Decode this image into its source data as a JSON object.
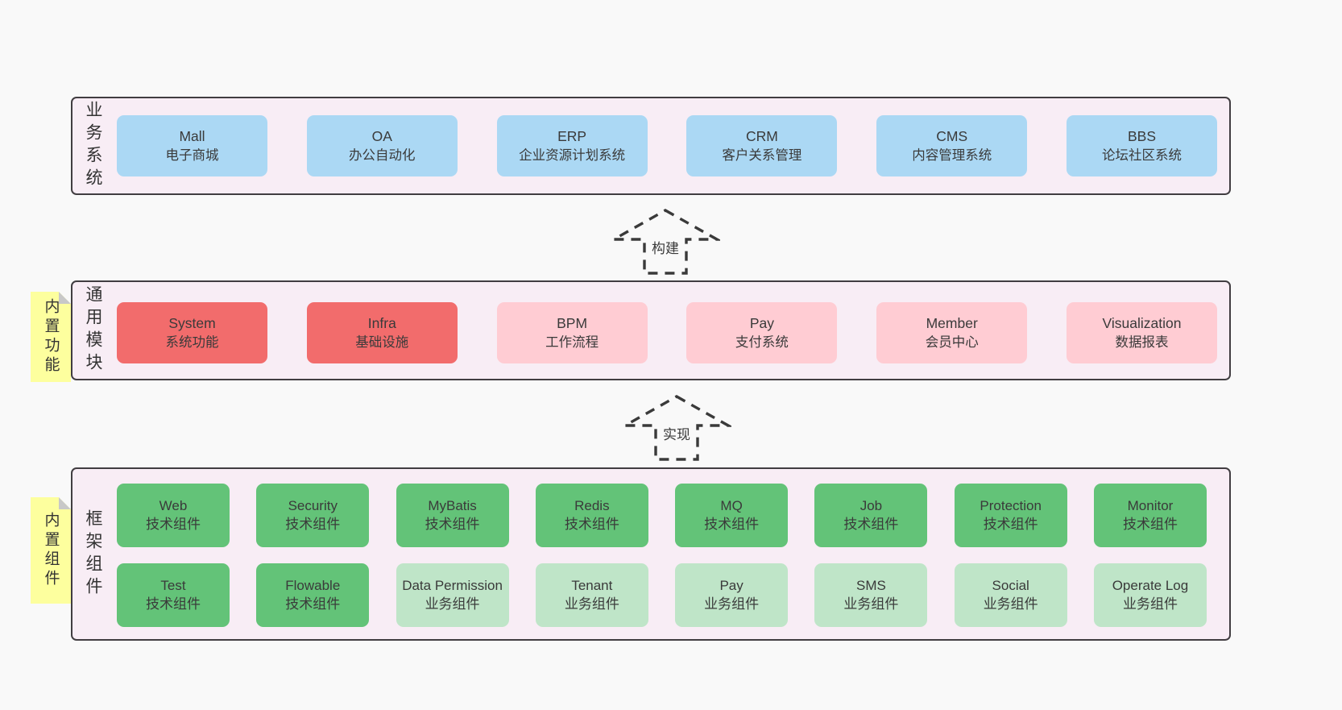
{
  "diagram": {
    "colors": {
      "page_background": "#f9f9f9",
      "panel_background": "#f8edf5",
      "panel_border": "#413d41",
      "blue_box": "#abd8f4",
      "red_box": "#f26c6c",
      "pink_box": "#ffccd3",
      "dark_green_box": "#63c378",
      "light_green_box": "#bfe5c8",
      "sticky_yellow": "#fdff9e",
      "sticky_fold_gray": "#c8c8c8",
      "text": "#3a3a3a"
    }
  },
  "sections": [
    {
      "label": "业务系统",
      "boxes": [
        {
          "name": "Mall",
          "desc": "电子商城"
        },
        {
          "name": "OA",
          "desc": "办公自动化"
        },
        {
          "name": "ERP",
          "desc": "企业资源计划系统"
        },
        {
          "name": "CRM",
          "desc": "客户关系管理"
        },
        {
          "name": "CMS",
          "desc": "内容管理系统"
        },
        {
          "name": "BBS",
          "desc": "论坛社区系统"
        }
      ]
    },
    {
      "label": "通用模块",
      "sticky": "内置功能",
      "boxes": [
        {
          "name": "System",
          "desc": "系统功能"
        },
        {
          "name": "Infra",
          "desc": "基础设施"
        },
        {
          "name": "BPM",
          "desc": "工作流程"
        },
        {
          "name": "Pay",
          "desc": "支付系统"
        },
        {
          "name": "Member",
          "desc": "会员中心"
        },
        {
          "name": "Visualization",
          "desc": "数据报表"
        }
      ]
    },
    {
      "label": "框架组件",
      "sticky": "内置组件",
      "rows": [
        [
          {
            "name": "Web",
            "desc": "技术组件"
          },
          {
            "name": "Security",
            "desc": "技术组件"
          },
          {
            "name": "MyBatis",
            "desc": "技术组件"
          },
          {
            "name": "Redis",
            "desc": "技术组件"
          },
          {
            "name": "MQ",
            "desc": "技术组件"
          },
          {
            "name": "Job",
            "desc": "技术组件"
          },
          {
            "name": "Protection",
            "desc": "技术组件"
          },
          {
            "name": "Monitor",
            "desc": "技术组件"
          }
        ],
        [
          {
            "name": "Test",
            "desc": "技术组件"
          },
          {
            "name": "Flowable",
            "desc": "技术组件"
          },
          {
            "name": "Data Permission",
            "desc": "业务组件"
          },
          {
            "name": "Tenant",
            "desc": "业务组件"
          },
          {
            "name": "Pay",
            "desc": "业务组件"
          },
          {
            "name": "SMS",
            "desc": "业务组件"
          },
          {
            "name": "Social",
            "desc": "业务组件"
          },
          {
            "name": "Operate Log",
            "desc": "业务组件"
          }
        ]
      ]
    }
  ],
  "arrows": [
    {
      "label": "构建"
    },
    {
      "label": "实现"
    }
  ]
}
